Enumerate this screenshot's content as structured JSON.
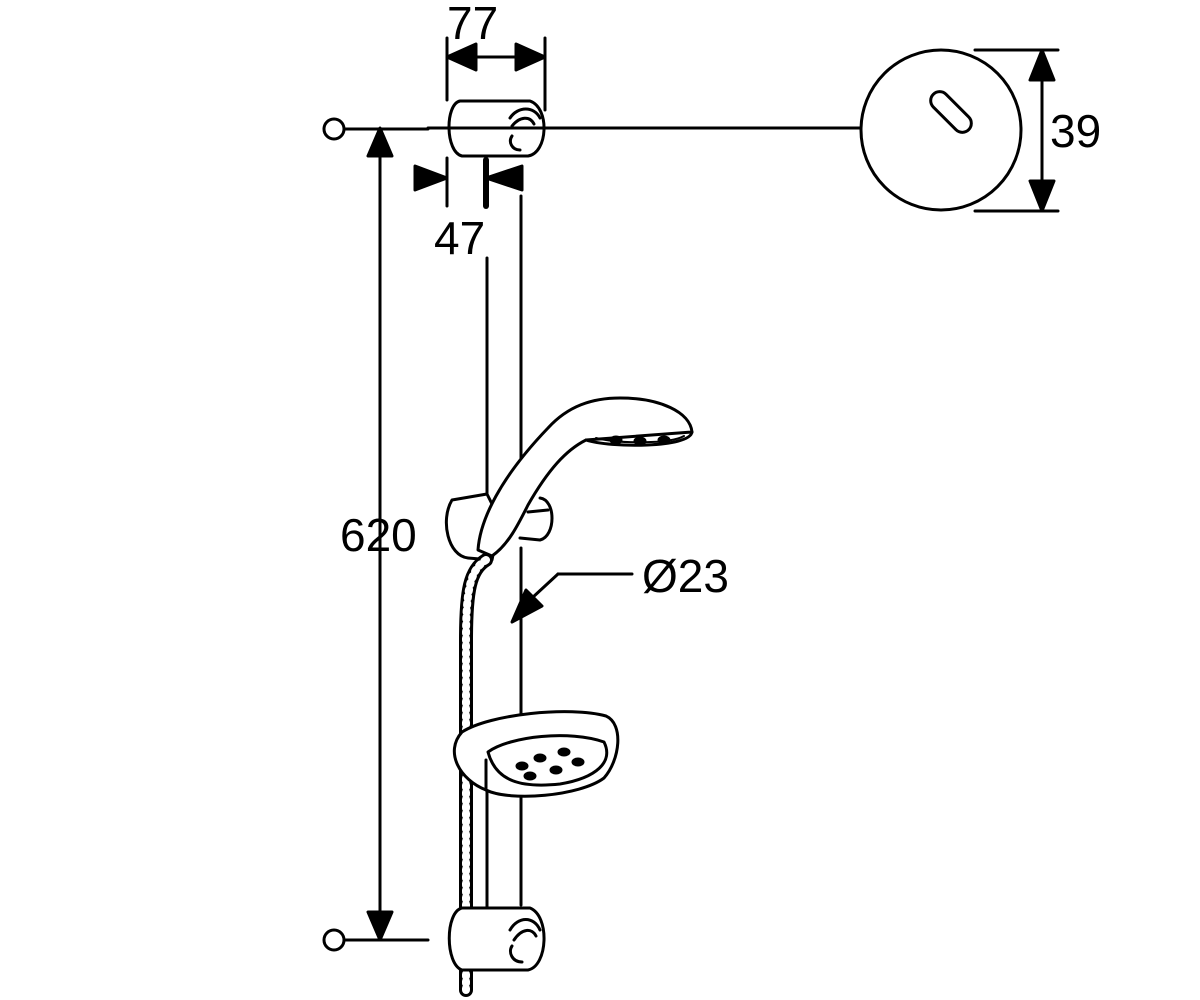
{
  "dimensions": {
    "width_top_bracket": "77",
    "bracket_diameter": "39",
    "wall_offset": "47",
    "rail_length": "620",
    "rail_diameter": "Ø23"
  },
  "colors": {
    "line": "#000000",
    "background": "#ffffff"
  }
}
